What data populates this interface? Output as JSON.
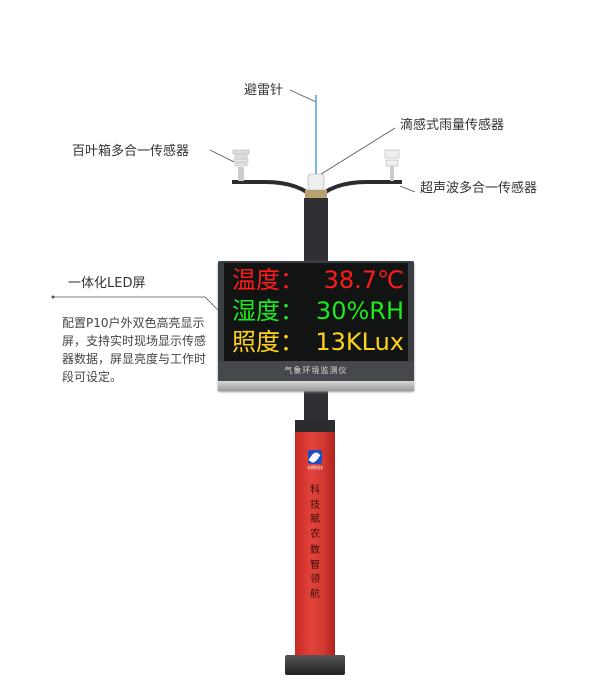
{
  "labels": {
    "lightning_rod": "避雷针",
    "louver_sensor": "百叶箱多合一传感器",
    "rain_sensor": "滴感式雨量传感器",
    "ultrasonic_sensor": "超声波多合一传感器",
    "led_screen": "一体化LED屏"
  },
  "led_description": "配置P10户外双色高亮显示屏，支持实时现场显示传感器数据，屏显亮度与工作时段可设定。",
  "display": {
    "rows": [
      {
        "key": "温度：",
        "value": "38.7℃",
        "color": "#ff1a1a"
      },
      {
        "key": "湿度：",
        "value": "30%RH",
        "color": "#1ee81e"
      },
      {
        "key": "照度：",
        "value": "13KLux",
        "color": "#ffd21a"
      }
    ],
    "panel_title": "气象环境监测仪"
  },
  "column": {
    "logo_text": "丰德科技",
    "slogan_1": "科技赋农",
    "slogan_2": "数智领航"
  }
}
